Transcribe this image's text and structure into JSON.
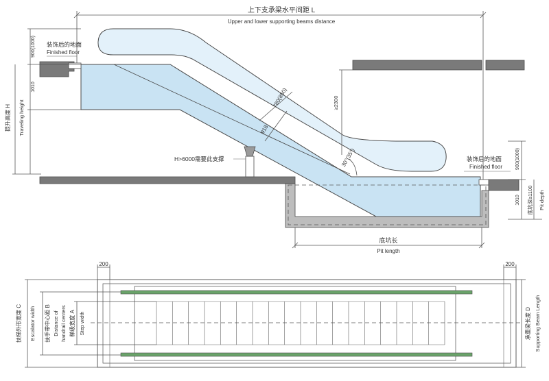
{
  "elevation": {
    "top_dim_cn": "上下支承梁水平间距 L",
    "top_dim_en": "Upper and lower supporting beams distance",
    "finished_floor_left_cn": "装饰后的地面",
    "finished_floor_left_en": "Finished floor",
    "finished_floor_right_cn": "装饰后的地面",
    "finished_floor_right_en": "Finished floor",
    "dim_900_left": "900(1000)",
    "dim_1010_left": "1010",
    "dim_900_right": "900(1000)",
    "dim_1010_right": "1010",
    "travel_height_cn": "提升高度 H",
    "travel_height_en": "Traveling height",
    "clearance": "≥2300",
    "incline_dim_1": "780(850)",
    "incline_dim_2": "918",
    "angle": "30°(35°)",
    "support_note": "H>6000需要此支撑",
    "pit_depth_cn": "底坑深≥1100",
    "pit_depth_en": "Pit depth",
    "pit_length_cn": "底坑长",
    "pit_length_en": "Pit length"
  },
  "plan": {
    "dim_200_left": "200",
    "dim_200_right": "200",
    "width_c_cn": "扶梯外形宽度 C",
    "width_c_en": "Escalator width",
    "handrail_b_cn": "扶手带中心距 B",
    "handrail_b_en_1": "Distance of",
    "handrail_b_en_2": "handrail centers",
    "step_a_cn": "梯级宽度 A",
    "step_a_en": "Step width",
    "beam_d_cn": "承重梁长度 D",
    "beam_d_en": "Supporting Beam Length"
  },
  "colors": {
    "truss_fill": "#c9e3f3",
    "balustrade_fill": "#e3f1fa",
    "outline": "#4a4a4a",
    "concrete": "#7a7a7a",
    "pit_fill": "#bdbdbd",
    "handrail_green": "#6aa36a"
  }
}
